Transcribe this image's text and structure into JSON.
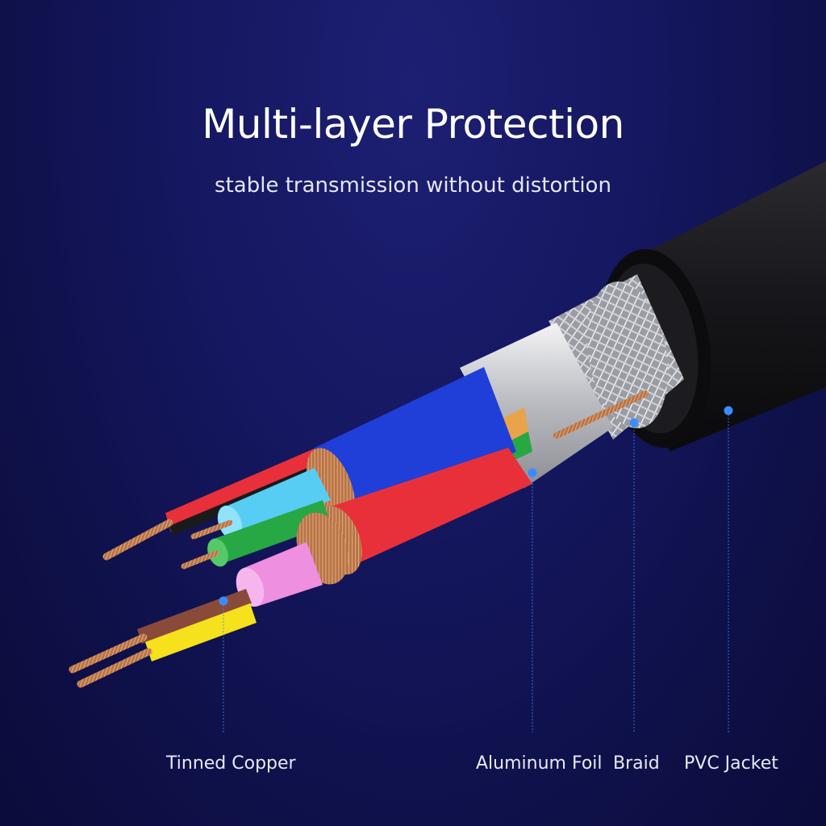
{
  "header": {
    "title": "Multi-layer Protection",
    "subtitle": "stable transmission without distortion"
  },
  "callouts": [
    {
      "label": "Tinned Copper"
    },
    {
      "label": "Aluminum Foil"
    },
    {
      "label": "Braid"
    },
    {
      "label": "PVC Jacket"
    }
  ],
  "colors": {
    "background": "#151760",
    "marker": "#3b8bff",
    "jacket": "#151518",
    "copper": "#c98a5a",
    "wire_red": "#e8303a",
    "wire_blue": "#1f3fd8",
    "wire_cyan": "#57cdf4",
    "wire_green": "#27a845",
    "wire_pink": "#ee8fe0",
    "wire_yellow": "#f5e11c",
    "wire_orange": "#e9a34a",
    "wire_brown": "#8a4a3a"
  }
}
